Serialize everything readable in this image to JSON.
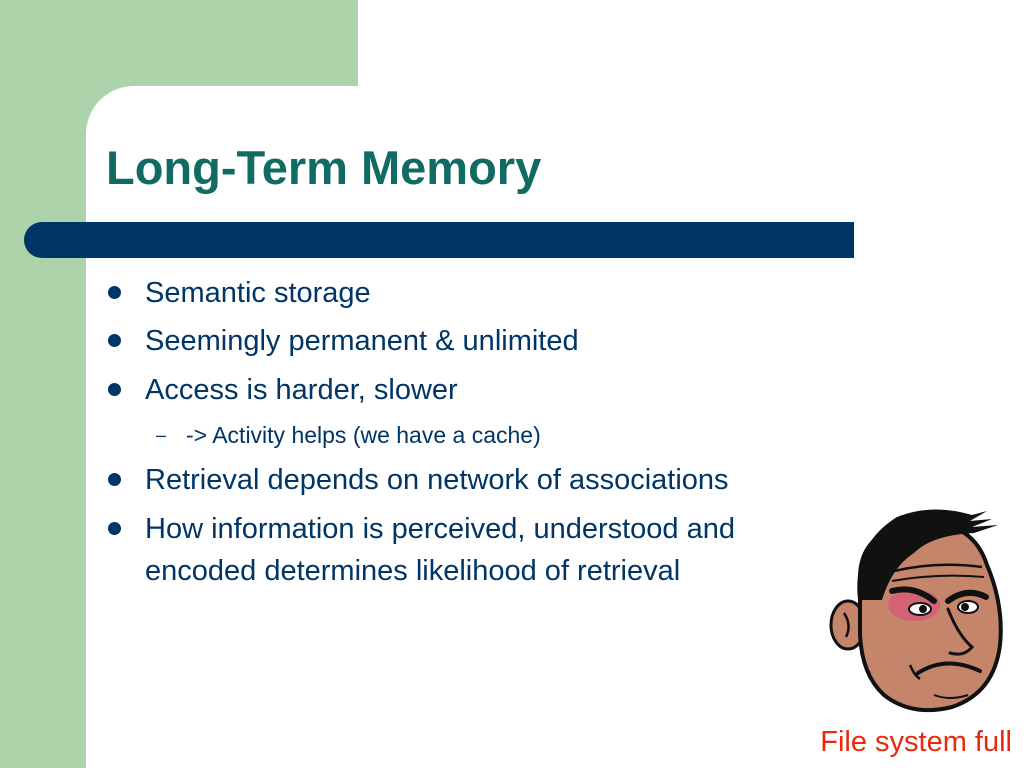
{
  "slide": {
    "title": "Long-Term Memory",
    "bullets": [
      "Semantic storage",
      "Seemingly permanent & unlimited",
      "Access is harder, slower",
      "Retrieval depends on network of associations",
      "How information is perceived, understood and encoded determines likelihood of retrieval"
    ],
    "sub_bullets": [
      "-> Activity helps (we have a cache)"
    ],
    "image_caption": "File system full",
    "image_icon": "angry-man-cartoon-icon",
    "colors": {
      "background_band": "#acd3a9",
      "title": "#0f6b63",
      "title_bar": "#013566",
      "body_text": "#013566",
      "caption": "#e8290c"
    }
  }
}
